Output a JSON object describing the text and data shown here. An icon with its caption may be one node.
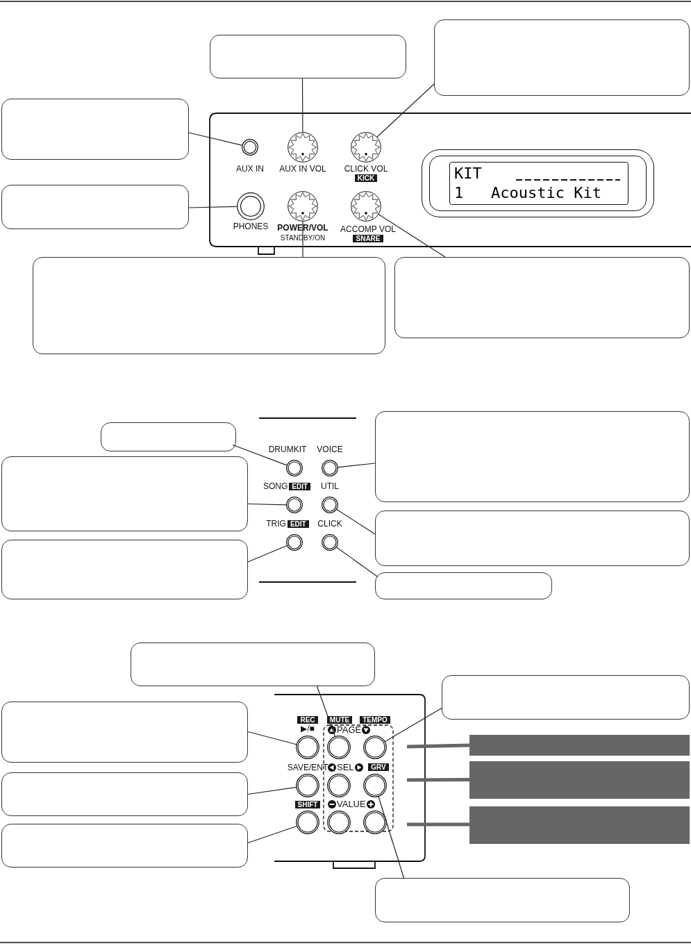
{
  "diagram": {
    "nodes": [
      {
        "text": [],
        "shape": "box"
      },
      {
        "text": [],
        "shape": "box"
      },
      {
        "text": [],
        "shape": "box"
      },
      {
        "text": [
          "AUX IN"
        ]
      },
      {
        "text": [
          "AUX IN VOL"
        ]
      },
      {
        "text": [
          "CLICK VOL",
          "KICK"
        ]
      },
      {
        "text": [
          "KIT",
          "1   Acoustic Kit"
        ]
      },
      {
        "text": [],
        "shape": "box"
      },
      {
        "text": [
          "PHONES"
        ]
      },
      {
        "text": [
          "POWER/VOL",
          "STANDBY/ON"
        ]
      },
      {
        "text": [
          "ACCOMP VOL",
          "SNARE"
        ]
      },
      {
        "text": [],
        "shape": "box"
      },
      {
        "text": [],
        "shape": "box"
      },
      {
        "text": [],
        "shape": "box"
      },
      {
        "text": [],
        "shape": "box"
      },
      {
        "text": [
          "DRUMKIT"
        ]
      },
      {
        "text": [
          "VOICE"
        ]
      },
      {
        "text": [],
        "shape": "box"
      },
      {
        "text": [
          "SONG",
          "EDIT"
        ]
      },
      {
        "text": [
          "UTIL"
        ]
      },
      {
        "text": [],
        "shape": "box"
      },
      {
        "text": [],
        "shape": "box"
      },
      {
        "text": [
          "TRIG",
          "EDIT"
        ]
      },
      {
        "text": [
          "CLICK"
        ]
      },
      {
        "text": [],
        "shape": "box"
      },
      {
        "text": [],
        "shape": "box"
      },
      {
        "text": [],
        "shape": "box"
      },
      {
        "text": [],
        "shape": "box"
      },
      {
        "text": [
          "REC",
          "▶/■"
        ]
      },
      {
        "text": [
          "MUTE"
        ]
      },
      {
        "text": [
          "TEMPO"
        ]
      },
      {
        "text": [],
        "shape": "box"
      },
      {
        "text": [],
        "shape": "box"
      },
      {
        "text": [
          "SAVE/ENT"
        ]
      },
      {
        "text": [],
        "shape": "circle"
      },
      {
        "text": [
          "GRV"
        ]
      },
      {
        "text": [],
        "shape": "box"
      },
      {
        "text": [],
        "shape": "box"
      },
      {
        "text": [
          "SHIFT"
        ]
      },
      {
        "text": [],
        "shape": "circle"
      },
      {
        "text": [],
        "shape": "circle"
      },
      {
        "text": [],
        "shape": "box"
      },
      {
        "text": [],
        "shape": "box"
      }
    ],
    "edges": [
      {
        "from": 0,
        "to": 4,
        "arrow": "none"
      },
      {
        "from": 1,
        "to": 5,
        "arrow": "none"
      },
      {
        "from": 2,
        "to": 3,
        "arrow": "none"
      },
      {
        "from": 7,
        "to": 8,
        "arrow": "none"
      },
      {
        "from": 11,
        "to": 9,
        "arrow": "none"
      },
      {
        "from": 12,
        "to": 10,
        "arrow": "none"
      },
      {
        "from": 13,
        "to": 15,
        "arrow": "none"
      },
      {
        "from": 14,
        "to": 16,
        "arrow": "none"
      },
      {
        "from": 17,
        "to": 18,
        "arrow": "none"
      },
      {
        "from": 20,
        "to": 19,
        "arrow": "none"
      },
      {
        "from": 21,
        "to": 22,
        "arrow": "none"
      },
      {
        "from": 24,
        "to": 23,
        "arrow": "none"
      },
      {
        "from": 25,
        "to": 29,
        "arrow": "none"
      },
      {
        "from": 26,
        "to": 30,
        "arrow": "none"
      },
      {
        "from": 27,
        "to": 28,
        "arrow": "none"
      },
      {
        "from": 31,
        "to": null,
        "arrow": "none",
        "style": "thick",
        "color": "#676566"
      },
      {
        "from": 32,
        "to": 33,
        "arrow": "none"
      },
      {
        "from": 36,
        "to": null,
        "arrow": "none",
        "style": "thick",
        "color": "#676566"
      },
      {
        "from": 37,
        "to": 38,
        "arrow": "none"
      },
      {
        "from": 41,
        "to": null,
        "arrow": "none",
        "style": "thick",
        "color": "#676566"
      },
      {
        "from": 42,
        "to": 35,
        "arrow": "none"
      }
    ],
    "labels": [
      "PAGE",
      "SEL",
      "VALUE"
    ]
  }
}
